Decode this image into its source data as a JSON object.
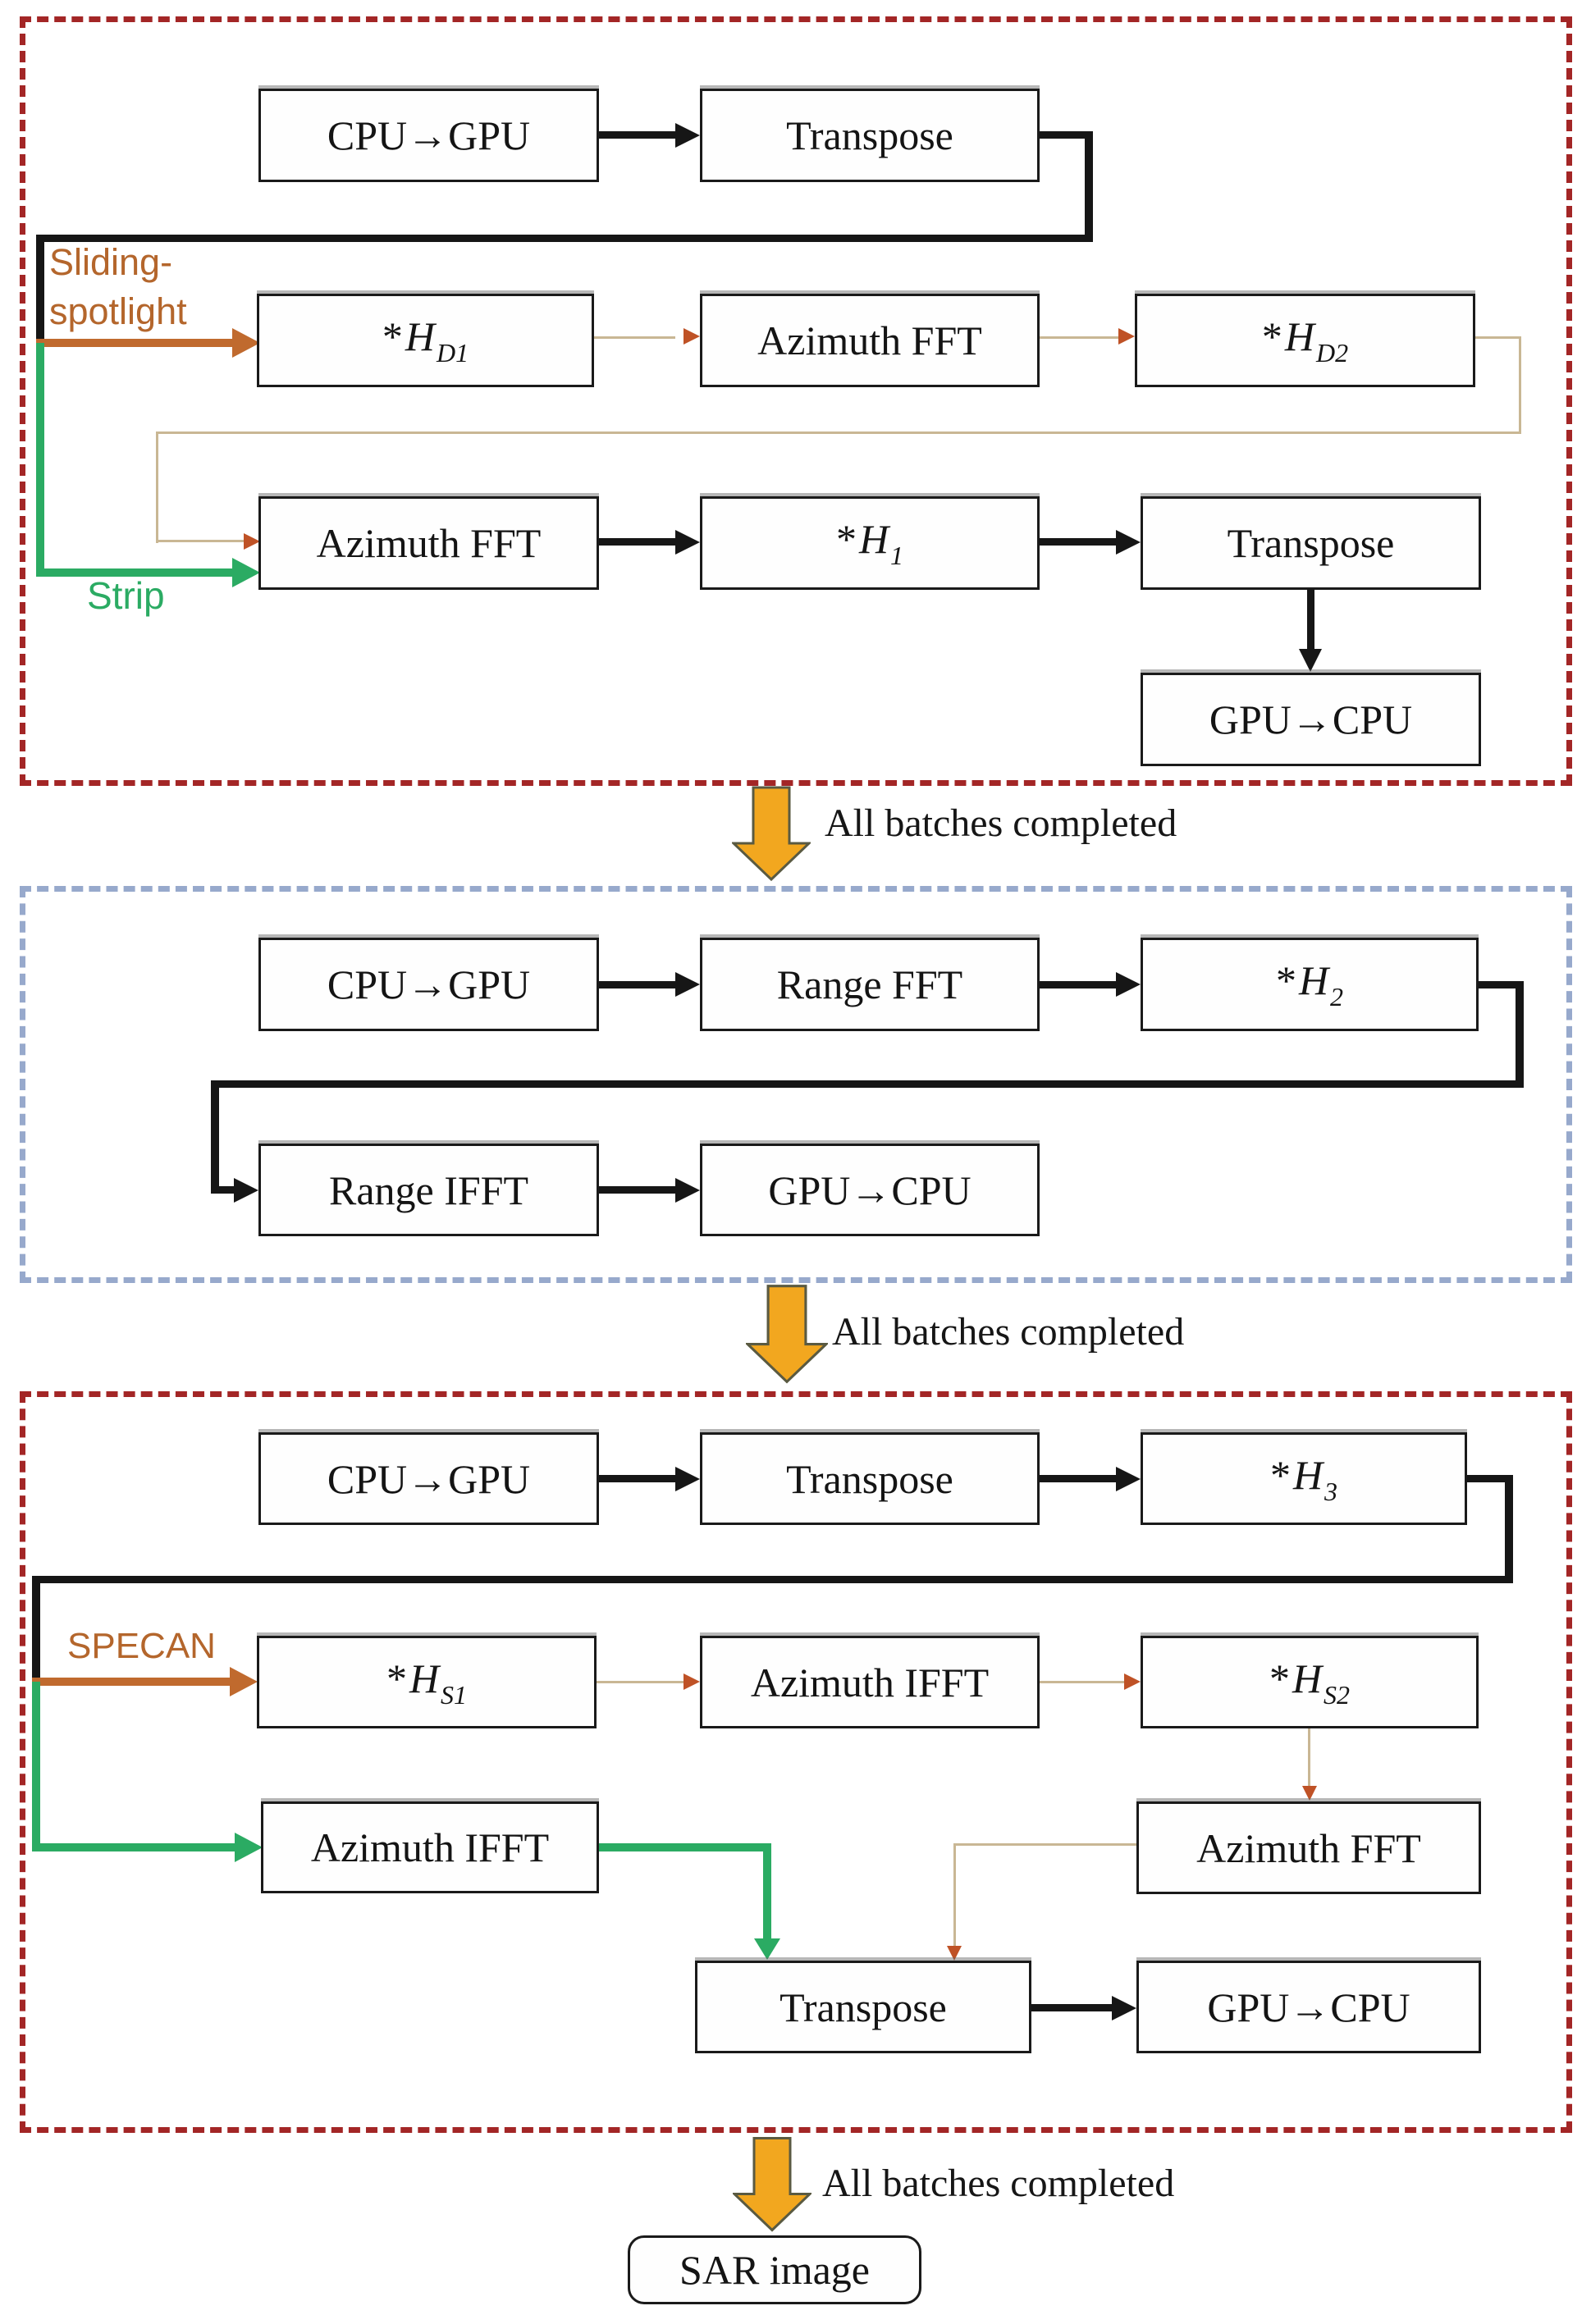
{
  "colors": {
    "section_border_red": "#a32626",
    "section_border_blue": "#97a9cc",
    "flow_black": "#161616",
    "branch_orange": "#c06a2e",
    "feedback_tan": "#c9b794",
    "thin_arrowhead_orange": "#bf5226",
    "branch_green": "#2bab63",
    "batch_arrow_yellow": "#f2a71f",
    "batch_arrow_outline": "#5a5a41",
    "label_orange": "#b4662c",
    "label_green": "#2bab63"
  },
  "section1": {
    "boxes": {
      "cpu_gpu": "CPU→GPU",
      "transpose1": "Transpose",
      "hd1": {
        "star": "*",
        "base": "H",
        "sub": "D1"
      },
      "azimuth_fft_top": "Azimuth FFT",
      "hd2": {
        "star": "*",
        "base": "H",
        "sub": "D2"
      },
      "azimuth_fft": "Azimuth FFT",
      "h1": {
        "star": "*",
        "base": "H",
        "sub": "1"
      },
      "transpose2": "Transpose",
      "gpu_cpu": "GPU→CPU"
    },
    "labels": {
      "sliding_line1": "Sliding-",
      "sliding_line2": "spotlight",
      "strip": "Strip"
    }
  },
  "divider1": {
    "caption": "All batches completed"
  },
  "section2": {
    "boxes": {
      "cpu_gpu": "CPU→GPU",
      "range_fft": "Range FFT",
      "h2": {
        "star": "*",
        "base": "H",
        "sub": "2"
      },
      "range_ifft": "Range IFFT",
      "gpu_cpu": "GPU→CPU"
    }
  },
  "divider2": {
    "caption": "All batches completed"
  },
  "section3": {
    "boxes": {
      "cpu_gpu": "CPU→GPU",
      "transpose1": "Transpose",
      "h3": {
        "star": "*",
        "base": "H",
        "sub": "3"
      },
      "hs1": {
        "star": "*",
        "base": "H",
        "sub": "S1"
      },
      "azimuth_ifft_top": "Azimuth IFFT",
      "hs2": {
        "star": "*",
        "base": "H",
        "sub": "S2"
      },
      "azimuth_ifft": "Azimuth IFFT",
      "azimuth_fft": "Azimuth FFT",
      "transpose2": "Transpose",
      "gpu_cpu": "GPU→CPU"
    },
    "labels": {
      "specan": "SPECAN"
    }
  },
  "divider3": {
    "caption": "All batches completed"
  },
  "output": {
    "sar_image": "SAR image"
  }
}
